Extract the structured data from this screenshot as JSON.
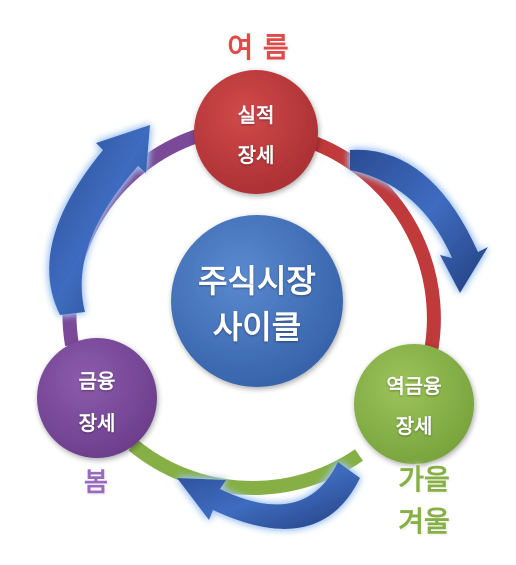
{
  "center": {
    "line1": "주식시장",
    "line2": "사이클"
  },
  "nodes": {
    "top": {
      "line1": "실적",
      "line2": "장세",
      "color": "#c0393b"
    },
    "left": {
      "line1": "금융",
      "line2": "장세",
      "color": "#7a4a98"
    },
    "right": {
      "line1": "역금융",
      "line2": "장세",
      "color": "#86b045"
    }
  },
  "seasons": {
    "summer": {
      "label": "여 름",
      "color": "#e04a4a"
    },
    "spring": {
      "label": "봄",
      "color": "#9a6ac0"
    },
    "autumn": {
      "label": "가을",
      "color": "#86b045"
    },
    "winter": {
      "label": "겨울",
      "color": "#86b045"
    }
  },
  "colors": {
    "center": "#3f6fb5",
    "arrow": "#2c4f9a"
  }
}
